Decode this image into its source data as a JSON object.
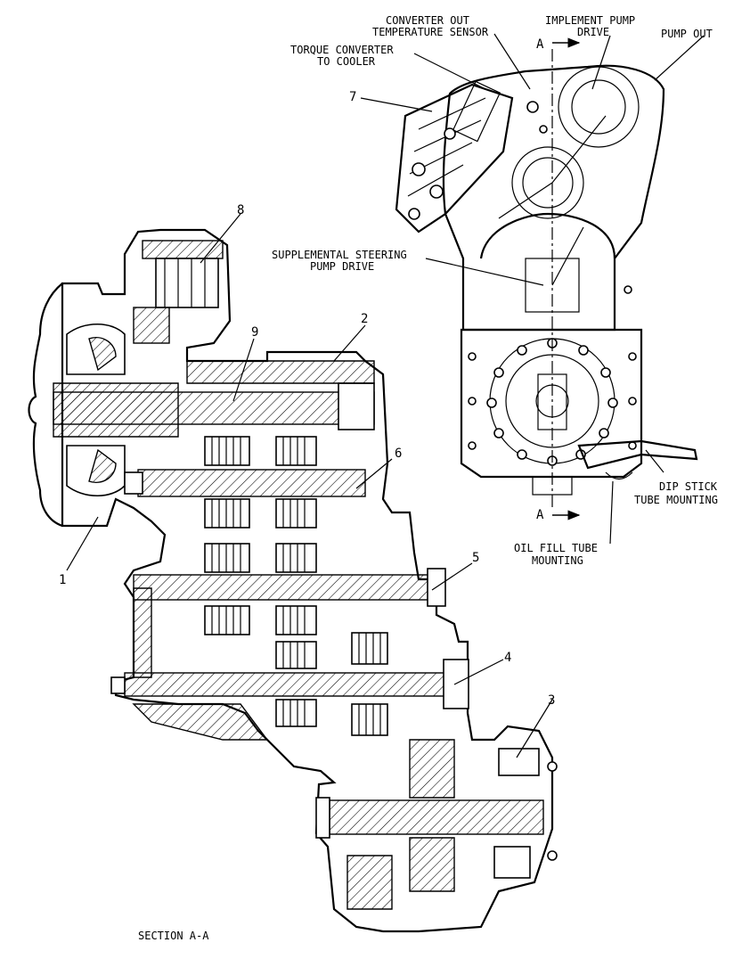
{
  "labels": {
    "converter_out_sensor": [
      "CONVERTER OUT",
      "TEMPERATURE SENSOR"
    ],
    "implement_pump_drive": [
      "IMPLEMENT PUMP",
      "DRIVE"
    ],
    "pump_out": "PUMP OUT",
    "torque_converter_to_cooler": [
      "TORQUE CONVERTER",
      "TO COOLER"
    ],
    "supplemental_steering": [
      "SUPPLEMENTAL STEERING",
      "PUMP DRIVE"
    ],
    "dip_stick": [
      "DIP STICK",
      "TUBE MOUNTING"
    ],
    "oil_fill": [
      "OIL FILL TUBE",
      "MOUNTING"
    ],
    "section_marker_top": "A",
    "section_marker_bottom": "A",
    "section_caption": "SECTION A-A"
  },
  "callouts": [
    "1",
    "2",
    "3",
    "4",
    "5",
    "6",
    "7",
    "8",
    "9"
  ]
}
